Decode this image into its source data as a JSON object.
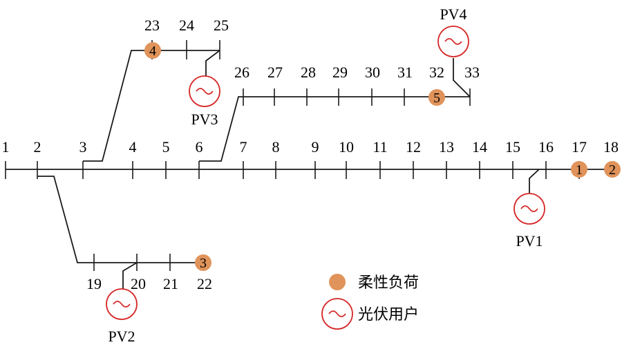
{
  "buses": [
    "1",
    "2",
    "3",
    "4",
    "5",
    "6",
    "7",
    "8",
    "9",
    "10",
    "11",
    "12",
    "13",
    "14",
    "15",
    "16",
    "17",
    "18",
    "19",
    "20",
    "21",
    "22",
    "23",
    "24",
    "25",
    "26",
    "27",
    "28",
    "29",
    "30",
    "31",
    "32",
    "33"
  ],
  "pv_labels": [
    "PV1",
    "PV2",
    "PV3",
    "PV4"
  ],
  "loads": [
    "1",
    "2",
    "3",
    "4",
    "5"
  ],
  "legend": {
    "load": "柔性负荷",
    "pv": "光伏用户"
  },
  "colors": {
    "load": "#e0935a",
    "pv": "#d62828",
    "line": "#1a1a1a"
  }
}
